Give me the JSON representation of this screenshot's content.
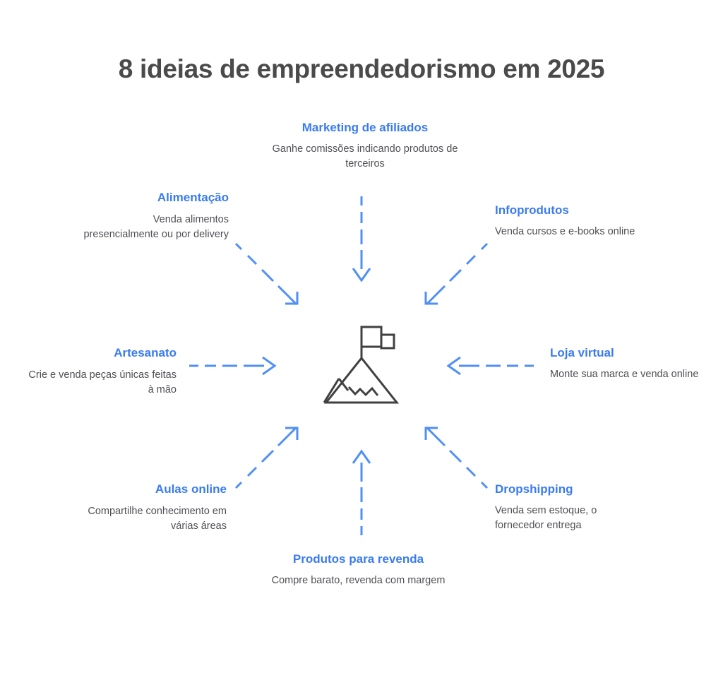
{
  "title": "8 ideias de empreendedorismo em 2025",
  "colors": {
    "heading_blue": "#3a7bf0",
    "arrow_blue": "#4f8ff7",
    "title_gray": "#4a4a4a",
    "body_gray": "#4f5055",
    "icon_gray": "#404040",
    "background": "#ffffff"
  },
  "center": {
    "icon": "mountain-flag-icon"
  },
  "nodes": [
    {
      "id": "marketing",
      "title": "Marketing de afiliados",
      "description": "Ganhe comissões indicando produtos de terceiros",
      "position": "top-center",
      "arrow": "arrow-down"
    },
    {
      "id": "alimentacao",
      "title": "Alimentação",
      "description": "Venda alimentos presencialmente ou por delivery",
      "position": "top-left",
      "arrow": "arrow-down-right"
    },
    {
      "id": "infoprodutos",
      "title": "Infoprodutos",
      "description": "Venda cursos e e-books online",
      "position": "top-right",
      "arrow": "arrow-down-left"
    },
    {
      "id": "artesanato",
      "title": "Artesanato",
      "description": "Crie e venda peças únicas feitas à mão",
      "position": "middle-left",
      "arrow": "arrow-right"
    },
    {
      "id": "loja-virtual",
      "title": "Loja virtual",
      "description": "Monte sua marca e venda online",
      "position": "middle-right",
      "arrow": "arrow-left"
    },
    {
      "id": "aulas-online",
      "title": "Aulas online",
      "description": "Compartilhe conhecimento em várias áreas",
      "position": "bottom-left",
      "arrow": "arrow-up-right"
    },
    {
      "id": "dropshipping",
      "title": "Dropshipping",
      "description": "Venda sem estoque, o fornecedor entrega",
      "position": "bottom-right",
      "arrow": "arrow-up-left"
    },
    {
      "id": "produtos-revenda",
      "title": "Produtos para revenda",
      "description": "Compre barato, revenda com margem",
      "position": "bottom-center",
      "arrow": "arrow-up"
    }
  ]
}
